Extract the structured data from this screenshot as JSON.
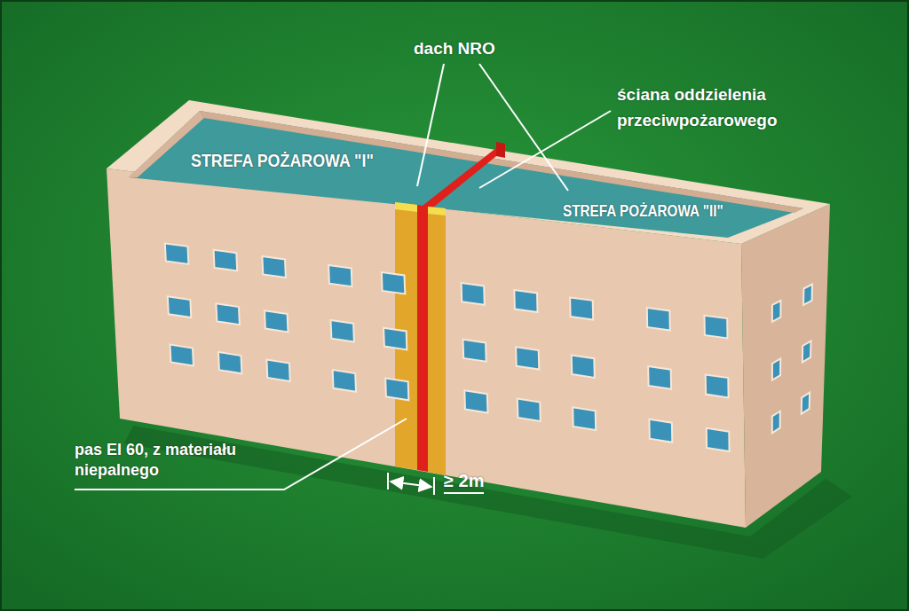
{
  "diagram": {
    "labels": [
      "dach NRO",
      "ściana oddzielenia przeciwpożarowego",
      "STREFA POŻAROWA \"I\"",
      "STREFA POŻAROWA \"II\"",
      "pas EI 60, z materiału niepalnego",
      "≥ 2m"
    ]
  }
}
